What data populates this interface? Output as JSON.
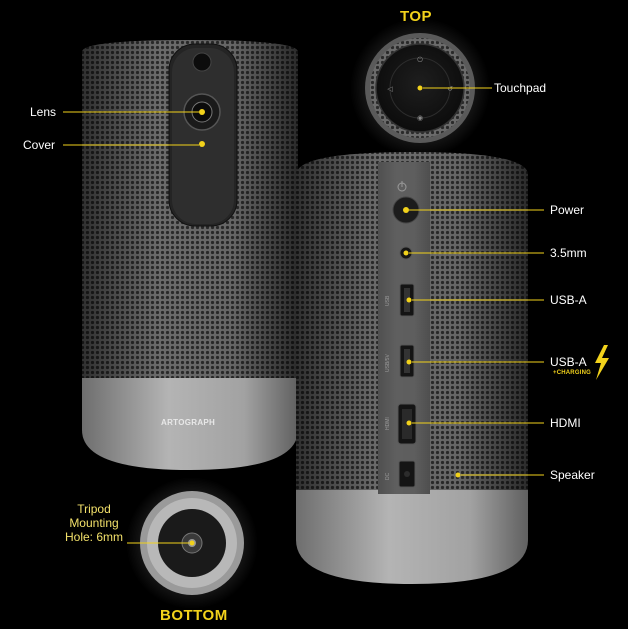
{
  "headings": {
    "top": "TOP",
    "bottom": "BOTTOM"
  },
  "brand": "ARTOGRAPH",
  "callouts": {
    "lens": "Lens",
    "cover": "Cover",
    "touchpad": "Touchpad",
    "power": "Power",
    "audio": "3.5mm",
    "usb_a": "USB-A",
    "usb_a_charging": "USB-A",
    "charging_note": "+CHARGING",
    "hdmi": "HDMI",
    "speaker": "Speaker",
    "tripod_line1": "Tripod",
    "tripod_line2": "Mounting",
    "tripod_line3": "Hole: 6mm"
  },
  "port_labels": {
    "usb": "USB",
    "usb_charge": "USB/5V",
    "hdmi": "HDMI",
    "dc": "DC"
  },
  "colors": {
    "accent": "#f2d21b",
    "background": "#000000",
    "body": "#5a5a5a",
    "base": "#9c9c9c"
  },
  "icons": [
    "power-icon",
    "headphone-icon",
    "lightning-icon"
  ]
}
